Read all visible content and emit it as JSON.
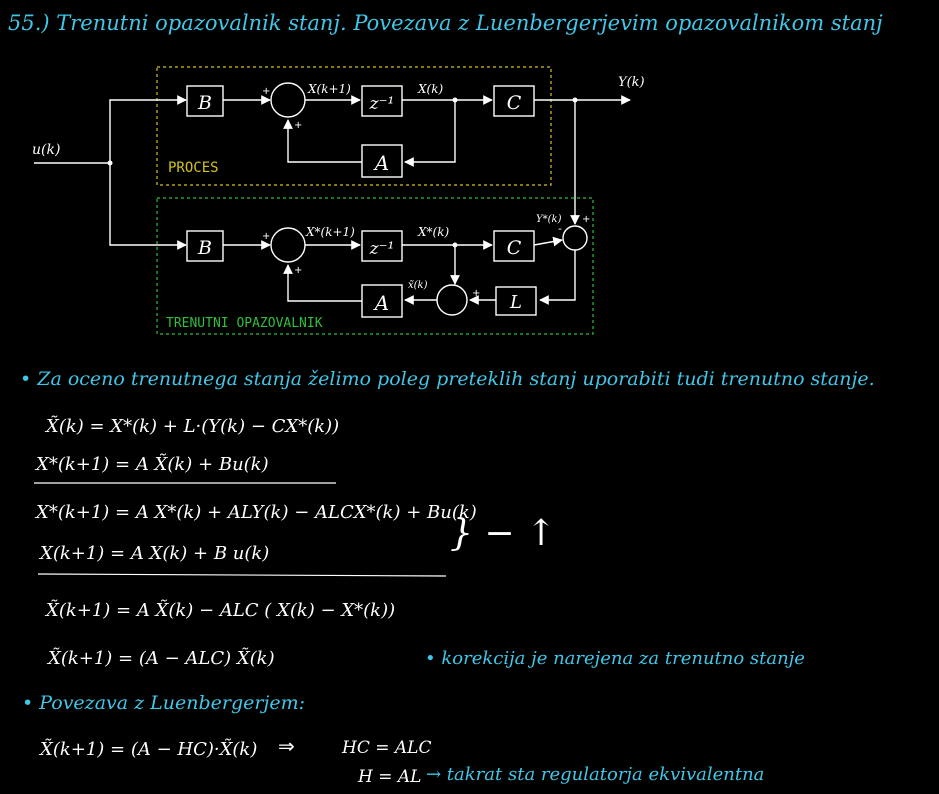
{
  "title": "55.) Trenutni opazovalnik stanj. Povezava z Luenbergerjevim opazovalnikom stanj",
  "diagram": {
    "input_label": "u(k)",
    "output_label": "Y(k)",
    "process_label": "PROCES",
    "observer_label": "TRENUTNI  OPAZOVALNIK",
    "blocks": {
      "b_proc": "B",
      "z_proc": "z⁻¹",
      "c_proc": "C",
      "a_proc": "A",
      "b_obs": "B",
      "z_obs": "z⁻¹",
      "c_obs": "C",
      "a_obs": "A",
      "l_obs": "L"
    },
    "signals": {
      "x_next": "X(k+1)",
      "x_k": "X(k)",
      "xs_next": "X*(k+1)",
      "xs_k": "X*(k)",
      "y_star": "Y*(k)",
      "x_tilde": "x̃(k)"
    },
    "signs": {
      "plus": "+",
      "minus": "-"
    }
  },
  "note1": "• Za oceno trenutnega stanja želimo poleg preteklih stanj uporabiti tudi trenutno stanje.",
  "equations": {
    "eq1": "X̃(k) = X*(k) + L·(Y(k) − CX*(k))",
    "eq2": "X*(k+1) = A X̃(k) + Bu(k)",
    "eq3": "X*(k+1) = A X*(k) + ALY(k) − ALCX*(k) + Bu(k)",
    "eq4": "X(k+1) = A X(k) + B u(k)",
    "bracket_op": "} − ↑",
    "eq5": "X̃(k+1) = A X̃(k) − ALC ( X(k) − X*(k))",
    "eq6": "X̃(k+1) = (A − ALC) X̃(k)",
    "note_eq6": "• korekcija je narejena za trenutno stanje",
    "note_luen": "• Povezava z Luenbergerjem:",
    "eq7": "X̃(k+1) = (A − HC)·X̃(k)",
    "implies": "⇒",
    "eq8": "HC = ALC",
    "eq9": "H = AL",
    "note_eq9": "→ takrat sta regulatorja ekvivalentna"
  },
  "colors": {
    "background": "#000000",
    "ink": "#ffffff",
    "process_box": "#d4c21a",
    "observer_box": "#2fbf3a",
    "blue_ink": "#41c6e8"
  }
}
